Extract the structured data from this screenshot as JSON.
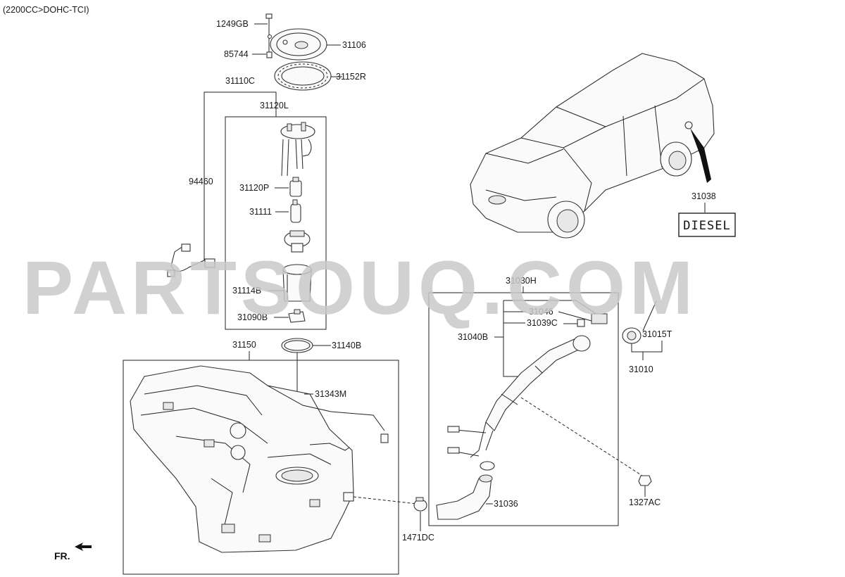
{
  "header": {
    "engine_spec": "(2200CC>DOHC-TCI)"
  },
  "watermark": "PARTSOUQ.COM",
  "badge": {
    "text": "DIESEL"
  },
  "orientation": {
    "label": "FR."
  },
  "callouts": {
    "c1249GB": "1249GB",
    "c85744": "85744",
    "c31106": "31106",
    "c31152R": "31152R",
    "c31110C": "31110C",
    "c31120L": "31120L",
    "c94460": "94460",
    "c31120P": "31120P",
    "c31111": "31111",
    "c31114B": "31114B",
    "c31090B": "31090B",
    "c31150": "31150",
    "c31140B": "31140B",
    "c31343M": "31343M",
    "c31030H": "31030H",
    "c31046": "31046",
    "c31039C": "31039C",
    "c31040B": "31040B",
    "c31015T": "31015T",
    "c31010": "31010",
    "c31036": "31036",
    "c1327AC": "1327AC",
    "c1471DC": "1471DC",
    "c31038": "31038"
  }
}
